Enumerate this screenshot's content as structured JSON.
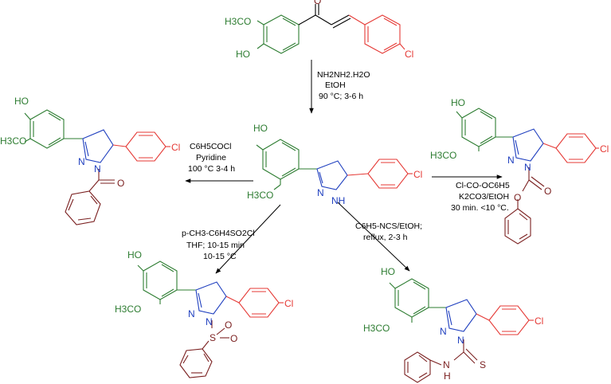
{
  "colors": {
    "aryl_methoxyphenol": "#2e7d32",
    "chlorophenyl": "#e53935",
    "pyrazoline": "#1f3fbf",
    "substituent": "#7a1f1f",
    "arrows": "#000000"
  },
  "chalcone": {
    "methoxy": "H3CO",
    "hydroxy": "HO",
    "chloro": "Cl",
    "oxo": "O"
  },
  "pyrazoline": {
    "hydroxy": "HO",
    "methoxy": "H3CO",
    "n1": "N",
    "nh": "NH",
    "chloro": "Cl"
  },
  "benzoyl_product": {
    "hydroxy": "HO",
    "methoxy": "H3CO",
    "n1": "N",
    "n2": "N",
    "oxo": "O",
    "chloro": "Cl"
  },
  "carbamate_product": {
    "hydroxy": "HO",
    "methoxy": "H3CO",
    "n1": "N",
    "n2": "N",
    "oxo": "O",
    "ester_o": "O",
    "chloro": "Cl"
  },
  "sulfonyl_product": {
    "hydroxy": "HO",
    "methoxy": "H3CO",
    "n1": "N",
    "n2": "N",
    "sulfur": "S",
    "oxo1": "O",
    "oxo2": "O",
    "chloro": "Cl"
  },
  "thiourea_product": {
    "hydroxy": "HO",
    "methoxy": "H3CO",
    "n1": "N",
    "n2": "N",
    "nh": "N",
    "h": "H",
    "thio": "S",
    "chloro": "Cl"
  },
  "conditions": {
    "step1": {
      "line1": "NH2NH2.H2O",
      "line2": "EtOH",
      "line3": "90 °C; 3-6 h"
    },
    "benzoylation": {
      "line1": "C6H5COCl",
      "line2": "Pyridine",
      "line3": "100 °C 3-4 h"
    },
    "carbamoylation": {
      "line1": "Cl-CO-OC6H5",
      "line2": "K2CO3/EtOH",
      "line3": "30 min. <10 °C."
    },
    "sulfonylation": {
      "line1": "p-CH3-C6H4SO2Cl",
      "line2": "THF; 10-15 min",
      "line3": "10-15 °C"
    },
    "thiocarbamoylation": {
      "line1": "C6H5-NCS/EtOH;",
      "line2": "reflux, 2-3 h"
    }
  }
}
